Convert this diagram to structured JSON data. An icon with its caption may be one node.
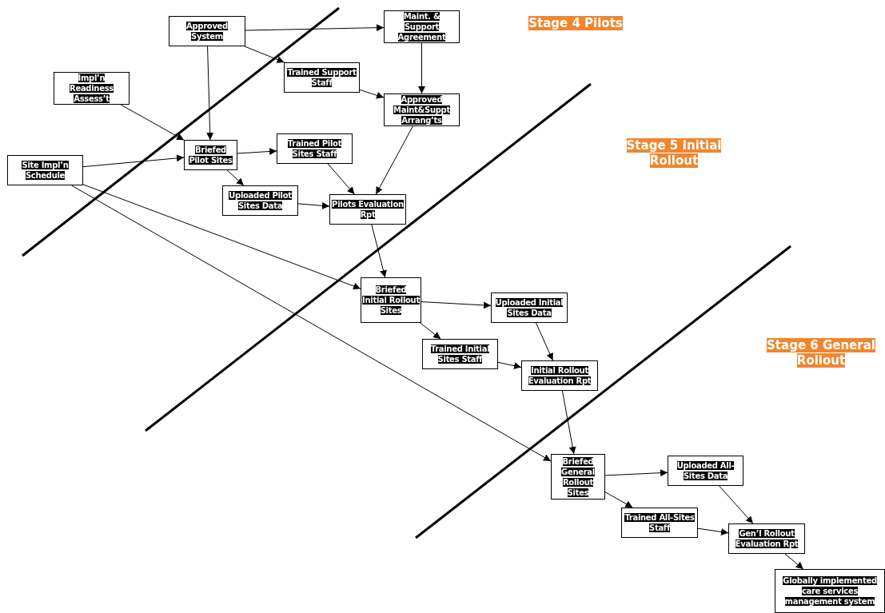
{
  "diagram": {
    "nodes": [
      {
        "text": [
          "Approved System"
        ]
      },
      {
        "text": [
          "Maint. & Support Agreement"
        ]
      },
      {
        "text": [
          "Impl’n Readiness Assess’t"
        ]
      },
      {
        "text": [
          "Trained Support Staff"
        ]
      },
      {
        "text": [
          "Approved Maint&Suppt Arrang’ts"
        ]
      },
      {
        "text": [
          "Site Impl’n Schedule"
        ]
      },
      {
        "text": [
          "Briefed Pilot Sites"
        ]
      },
      {
        "text": [
          "Trained Pilot Sites Staff"
        ]
      },
      {
        "text": [
          "Uploaded Pilot Sites Data"
        ]
      },
      {
        "text": [
          "Pilots Evaluation Rpt"
        ]
      },
      {
        "text": [
          "Briefed Initial Rollout Sites"
        ]
      },
      {
        "text": [
          "Uploaded Initial Sites Data"
        ]
      },
      {
        "text": [
          "Trained Initial Sites Staff"
        ]
      },
      {
        "text": [
          "Initial Rollout Evaluation Rpt"
        ]
      },
      {
        "text": [
          "Briefed General Rollout Sites"
        ]
      },
      {
        "text": [
          "Uploaded All-Sites Data"
        ]
      },
      {
        "text": [
          "Trained All-Sites Staff"
        ]
      },
      {
        "text": [
          "Gen’l Rollout Evaluation Rpt"
        ]
      },
      {
        "text": [
          "Globally implemented care services management system"
        ]
      }
    ],
    "edges": [
      {
        "from": 0,
        "to": 1,
        "arrow": "to"
      },
      {
        "from": 0,
        "to": 3,
        "arrow": "to"
      },
      {
        "from": 0,
        "to": 6,
        "arrow": "to"
      },
      {
        "from": 2,
        "to": 6,
        "arrow": "to"
      },
      {
        "from": 5,
        "to": 6,
        "arrow": "to"
      },
      {
        "from": 5,
        "to": 10,
        "arrow": "to"
      },
      {
        "from": 5,
        "to": 14,
        "arrow": "to"
      },
      {
        "from": 1,
        "to": 4,
        "arrow": "to"
      },
      {
        "from": 3,
        "to": 4,
        "arrow": "to"
      },
      {
        "from": 6,
        "to": 7,
        "arrow": "to"
      },
      {
        "from": 6,
        "to": 8,
        "arrow": "to"
      },
      {
        "from": 7,
        "to": 9,
        "arrow": "to"
      },
      {
        "from": 4,
        "to": 9,
        "arrow": "to"
      },
      {
        "from": 8,
        "to": 9,
        "arrow": "to"
      },
      {
        "from": 9,
        "to": 10,
        "arrow": "to"
      },
      {
        "from": 10,
        "to": 11,
        "arrow": "to"
      },
      {
        "from": 10,
        "to": 12,
        "arrow": "to"
      },
      {
        "from": 11,
        "to": 13,
        "arrow": "to"
      },
      {
        "from": 12,
        "to": 13,
        "arrow": "to"
      },
      {
        "from": 13,
        "to": 14,
        "arrow": "to"
      },
      {
        "from": 14,
        "to": 15,
        "arrow": "to"
      },
      {
        "from": 14,
        "to": 16,
        "arrow": "to"
      },
      {
        "from": 15,
        "to": 17,
        "arrow": "to"
      },
      {
        "from": 16,
        "to": 17,
        "arrow": "to"
      },
      {
        "from": 17,
        "to": 18,
        "arrow": "to"
      }
    ],
    "labels": [
      "Stage 4 Pilots",
      "Stage 5 Initial Rollout",
      "Stage 6 General Rollout"
    ]
  }
}
